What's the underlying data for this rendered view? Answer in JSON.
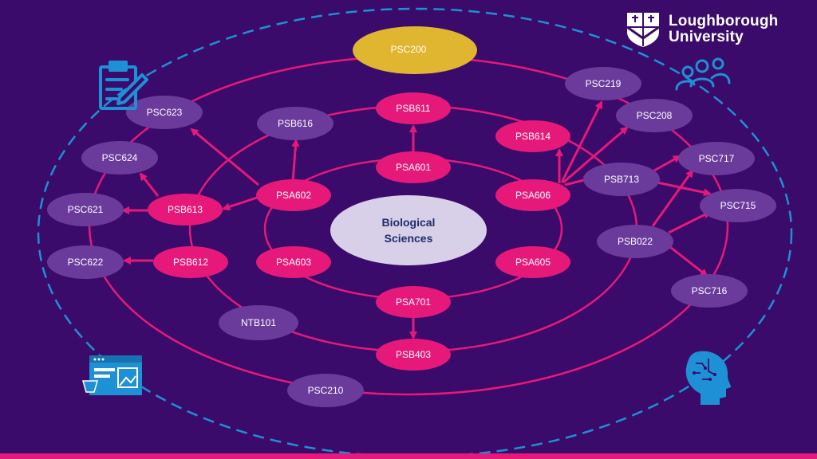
{
  "colors": {
    "background": "#3a0b6a",
    "pink_node": "#e6197a",
    "purple_node": "#6b3b9c",
    "gold_node": "#e0b530",
    "center_node": "#d8cfe8",
    "ring": "#e6197a",
    "arrow": "#e6197a",
    "dashed_ring": "#1e90d6",
    "icon": "#1e90d6"
  },
  "logo": {
    "line1": "Loughborough",
    "line2": "University"
  },
  "center": {
    "line1": "Biological",
    "line2": "Sciences"
  },
  "nodes": {
    "psc200": "PSC200",
    "psc219": "PSC219",
    "psc623": "PSC623",
    "psb616": "PSB616",
    "psb611": "PSB611",
    "psb614": "PSB614",
    "psc208": "PSC208",
    "psc624": "PSC624",
    "psa601": "PSA601",
    "psc717": "PSC717",
    "psb713": "PSB713",
    "psa602": "PSA602",
    "psa606": "PSA606",
    "psc621": "PSC621",
    "psb613": "PSB613",
    "psc715": "PSC715",
    "psb022": "PSB022",
    "psc622": "PSC622",
    "psb612": "PSB612",
    "psa603": "PSA603",
    "psa605": "PSA605",
    "psc716": "PSC716",
    "psa701": "PSA701",
    "ntb101": "NTB101",
    "psb403": "PSB403",
    "psc210": "PSC210"
  },
  "icons": [
    "clipboard-icon",
    "people-icon",
    "web-page-icon",
    "ai-head-icon",
    "university-crest-icon"
  ]
}
